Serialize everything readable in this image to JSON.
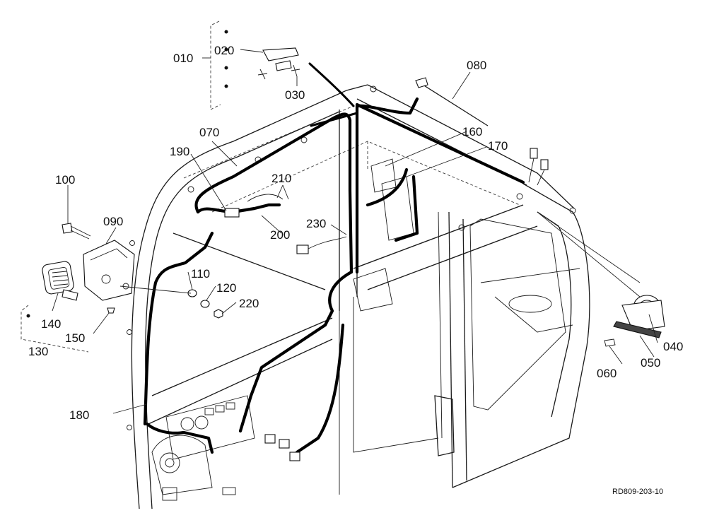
{
  "diagram": {
    "callouts": [
      "010",
      "020",
      "030",
      "080",
      "070",
      "160",
      "190",
      "170",
      "210",
      "100",
      "090",
      "230",
      "200",
      "110",
      "120",
      "220",
      "140",
      "150",
      "130",
      "040",
      "050",
      "060",
      "180"
    ],
    "drawing_ref": "RD809-203-10"
  }
}
